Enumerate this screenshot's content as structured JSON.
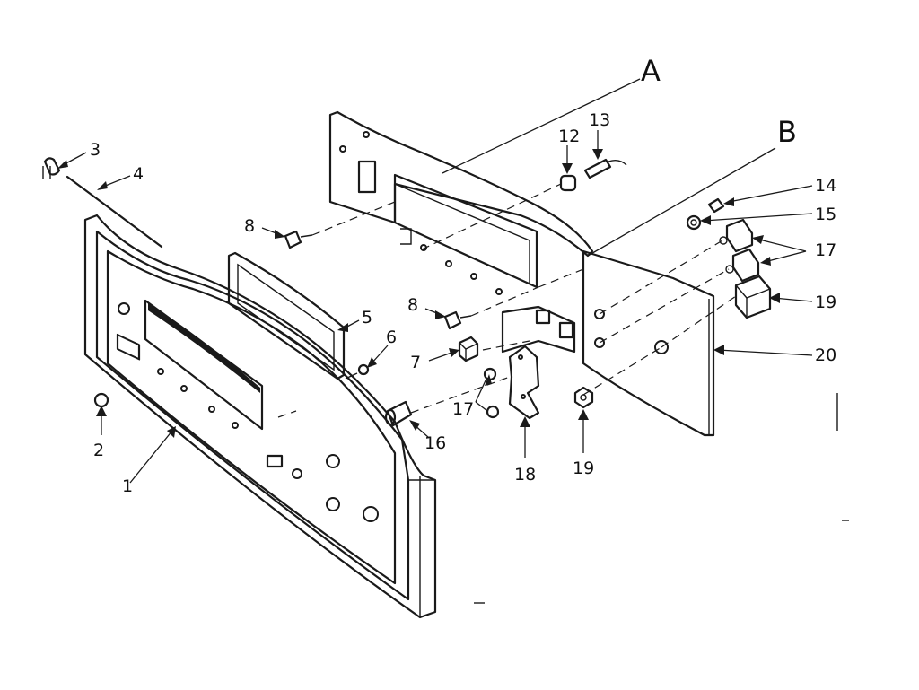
{
  "callouts": {
    "p1": "1",
    "p2": "2",
    "p3": "3",
    "p4": "4",
    "p5": "5",
    "p6": "6",
    "p7": "7",
    "p8a": "8",
    "p8b": "8",
    "p12": "12",
    "p13": "13",
    "p14": "14",
    "p15": "15",
    "p16": "16",
    "p17a": "17",
    "p17b": "17",
    "p18": "18",
    "p19a": "19",
    "p19b": "19",
    "p20": "20",
    "pA": "A",
    "pB": "B"
  },
  "colors": {
    "ink": "#1a1a1a",
    "paper": "#ffffff"
  }
}
